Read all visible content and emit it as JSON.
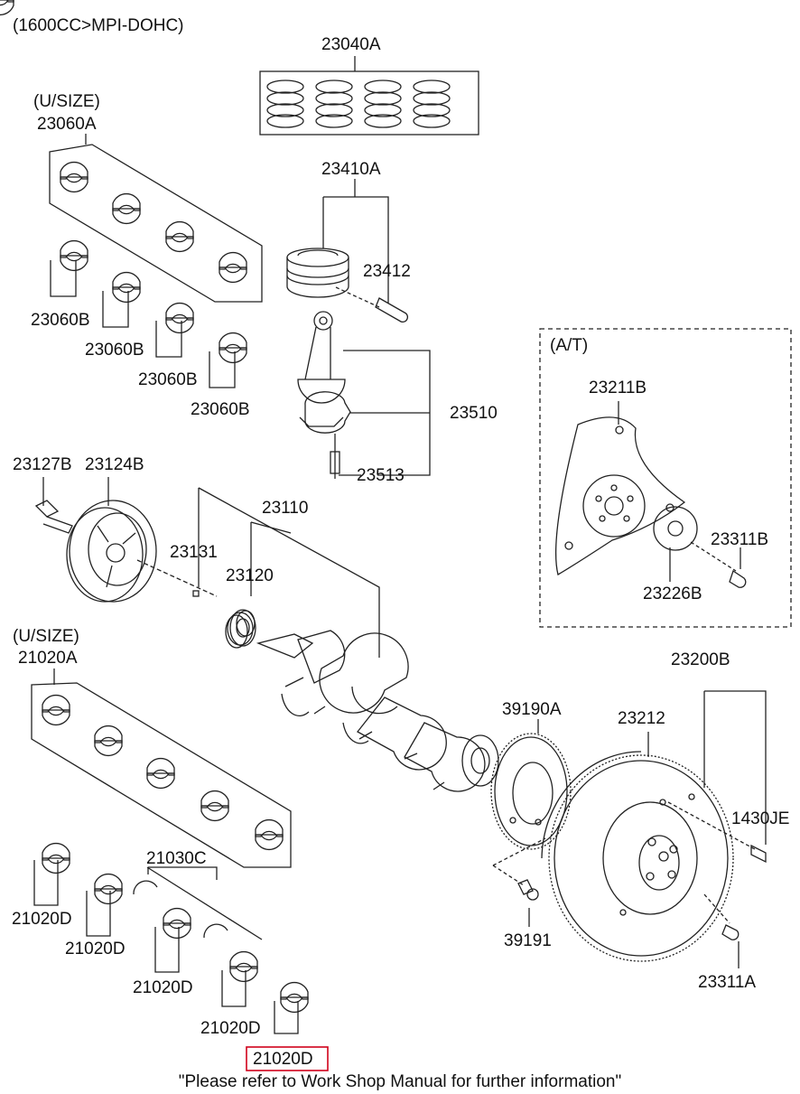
{
  "header": "(1600CC>MPI-DOHC)",
  "footer": "\"Please refer to Work Shop Manual for further information\"",
  "at_box_label": "(A/T)",
  "highlight_color": "#d0021b",
  "parts": {
    "p23040A": "23040A",
    "usize_top": "(U/SIZE)",
    "p23060A": "23060A",
    "p23410A": "23410A",
    "p23412": "23412",
    "p23060B_1": "23060B",
    "p23060B_2": "23060B",
    "p23060B_3": "23060B",
    "p23060B_4": "23060B",
    "p23510": "23510",
    "p23513": "23513",
    "p23211B": "23211B",
    "p23311B": "23311B",
    "p23226B": "23226B",
    "p23127B": "23127B",
    "p23124B": "23124B",
    "p23110": "23110",
    "p23131": "23131",
    "p23120": "23120",
    "usize_bottom": "(U/SIZE)",
    "p21020A": "21020A",
    "p23200B": "23200B",
    "p23212": "23212",
    "p39190A": "39190A",
    "p1430JE": "1430JE",
    "p21030C": "21030C",
    "p21020D_1": "21020D",
    "p21020D_2": "21020D",
    "p21020D_3": "21020D",
    "p21020D_4": "21020D",
    "p21020D_5": "21020D",
    "p39191": "39191",
    "p23311A": "23311A"
  }
}
